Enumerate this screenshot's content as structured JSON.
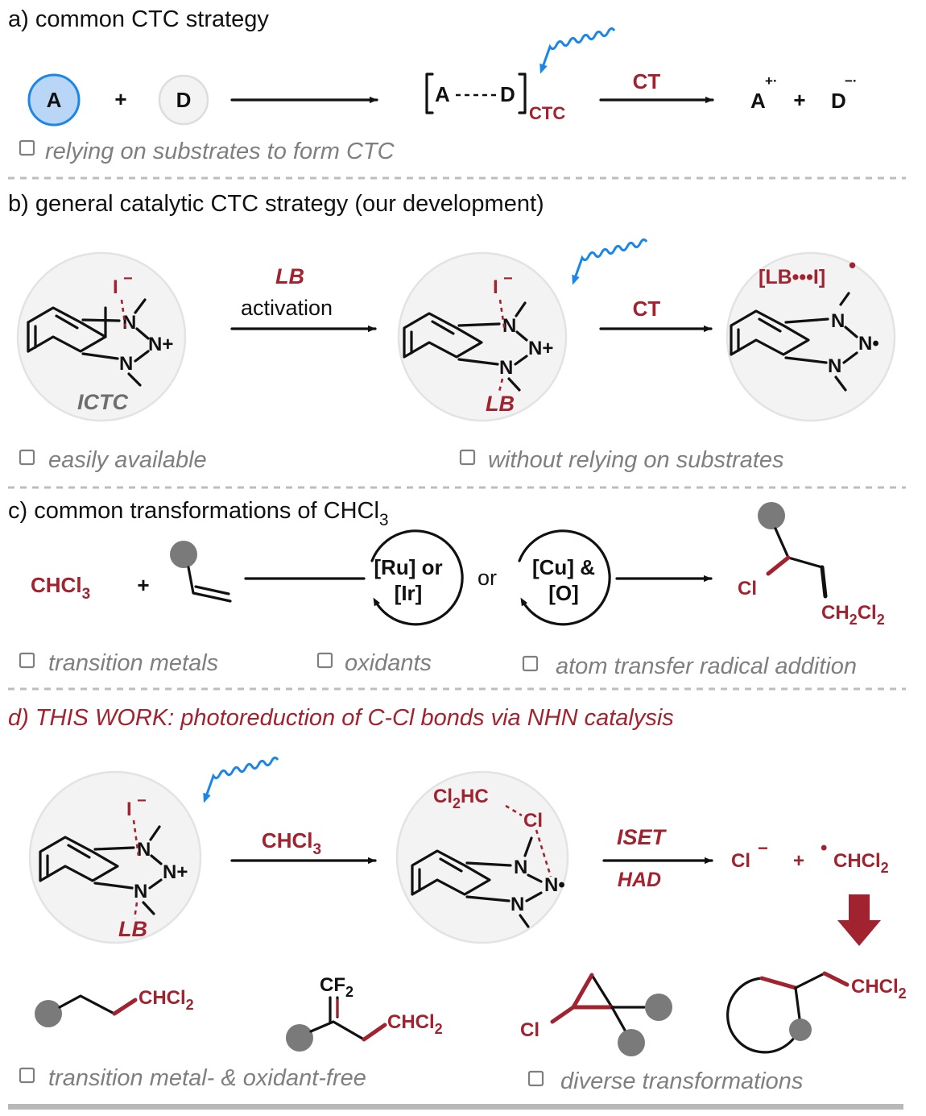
{
  "panel_a": {
    "title": "a) common CTC strategy",
    "acceptor": "A",
    "plus": "+",
    "donor": "D",
    "complex_left": "A",
    "complex_right": "D",
    "complex_sub": "CTC",
    "arrow2_label": "CT",
    "product_a": "A",
    "product_a_charge": "+·",
    "product_plus": "+",
    "product_d": "D",
    "product_d_charge": "−·",
    "note": "relying on substrates to form CTC",
    "accent_color": "#a0232f",
    "light_color": "#1a86e8"
  },
  "panel_b": {
    "title": "b) general catalytic CTC strategy (our development)",
    "iodide": "I",
    "iodide_charge": "−",
    "n_label": "N",
    "n_plus": "N+",
    "ictc": "ICTC",
    "arrow1_top": "LB",
    "arrow1_bottom": "activation",
    "lb": "LB",
    "arrow2_label": "CT",
    "radical_complex": "[LB•••I]",
    "radical_dot": "•",
    "n_radical": "N•",
    "note_left": "easily available",
    "note_right": "without relying on substrates"
  },
  "panel_c": {
    "title_main": "c) common transformations of CHCl",
    "title_sub": "3",
    "reagent_main": "CHCl",
    "reagent_sub": "3",
    "plus": "+",
    "cat1_line1": "[Ru] or",
    "cat1_line2": "[Ir]",
    "or": "or",
    "cat2_line1": "[Cu] &",
    "cat2_line2": "[O]",
    "product_cl": "Cl",
    "product_ch2cl2_a": "CH",
    "product_ch2cl2_sub1": "2",
    "product_ch2cl2_b": "Cl",
    "product_ch2cl2_sub2": "2",
    "note_1": "transition metals",
    "note_2": "oxidants",
    "note_3": "atom transfer radical addition"
  },
  "panel_d": {
    "title": "d) THIS WORK: photoreduction of C-Cl bonds via NHN catalysis",
    "iodide": "I",
    "iodide_charge": "−",
    "n_label": "N",
    "n_plus": "N+",
    "lb": "LB",
    "arrow1_main": "CHCl",
    "arrow1_sub": "3",
    "cl2hc_a": "Cl",
    "cl2hc_sub": "2",
    "cl2hc_b": "HC",
    "cl": "Cl",
    "n_radical": "N•",
    "arrow2_top": "ISET",
    "arrow2_bottom": "HAD",
    "chloride": "Cl",
    "chloride_charge": "−",
    "plus": "+",
    "radical_dot": "•",
    "radical_main": "CHCl",
    "radical_sub": "2",
    "prod1_main": "CHCl",
    "prod1_sub": "2",
    "prod2_cf2_main": "CF",
    "prod2_cf2_sub": "2",
    "prod2_main": "CHCl",
    "prod2_sub": "2",
    "prod3_cl": "Cl",
    "prod4_main": "CHCl",
    "prod4_sub": "2",
    "note_left": "transition metal- & oxidant-free",
    "note_right": "diverse transformations"
  }
}
